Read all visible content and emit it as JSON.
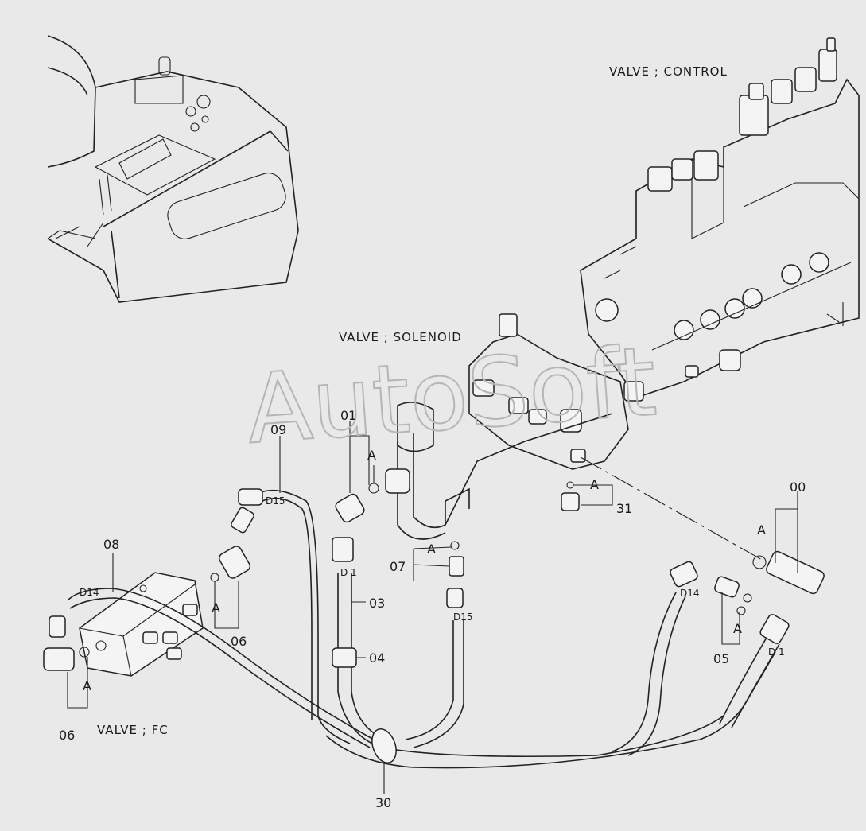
{
  "labels": {
    "valve_control": "VALVE ; CONTROL",
    "valve_solenoid": "VALVE ; SOLENOID",
    "valve_fc": "VALVE ; FC"
  },
  "watermark": "AutoSoft",
  "part_numbers": {
    "p00": "00",
    "p01": "01",
    "p03": "03",
    "p04": "04",
    "p05": "05",
    "p06_left": "06",
    "p06_center": "06",
    "p07": "07",
    "p08": "08",
    "p09": "09",
    "p30": "30",
    "p31": "31"
  },
  "hose_tags": {
    "d15_a": "D15",
    "d15_b": "D15",
    "d14_a": "D14",
    "d14_b": "D14",
    "d1_a": "D 1",
    "d1_b": "D 1"
  },
  "ref_letter": "A",
  "colors": {
    "background": "#e9e9e9",
    "ink": "#222222",
    "watermark": "#b5b5b5"
  }
}
